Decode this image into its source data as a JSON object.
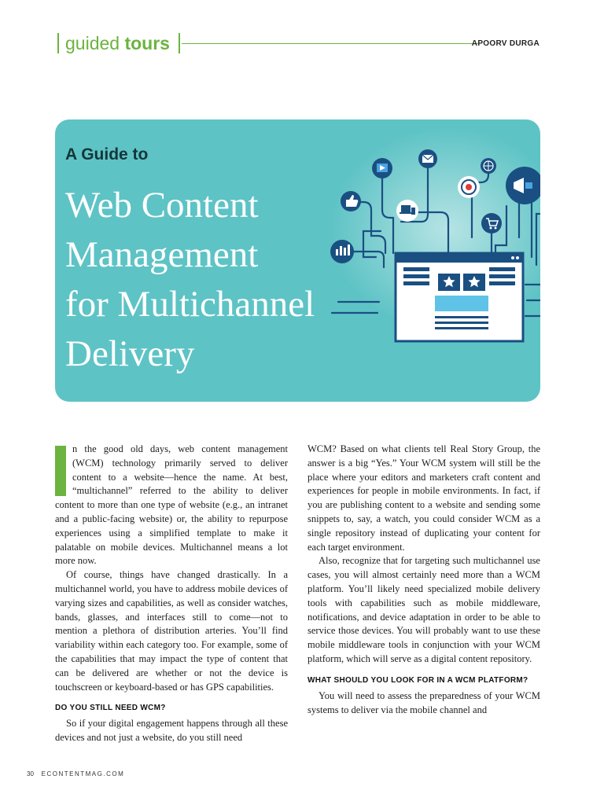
{
  "header": {
    "section_light": "guided",
    "section_bold": "tours",
    "author": "APOORV DURGA"
  },
  "hero": {
    "kicker": "A Guide to",
    "title_lines": [
      "Web Content",
      "Management",
      "for Multichannel",
      "Delivery"
    ],
    "colors": {
      "background": "#5ec3c5",
      "title": "#ffffff",
      "kicker": "#14363a",
      "icon_circles": "#1a4f82",
      "accent_green": "#6cb33f"
    },
    "illustration_icons": [
      "video-icon",
      "email-icon",
      "globe-icon",
      "target-icon",
      "megaphone-icon",
      "thumbs-up-icon",
      "devices-icon",
      "shopping-cart-icon",
      "bar-chart-icon",
      "browser-window-icon"
    ]
  },
  "left_column": {
    "intro_dropcap": "I",
    "p1": "n the good old days, web content management (WCM) technology primarily served to deliver content to a website—hence the name. At best, “multichannel” referred to the ability to deliver content to more than one type of website (e.g., an intranet and a public-facing website) or, the ability to repurpose experiences using a simplified template to make it palatable on mobile devices. Multichannel means a lot more now.",
    "p2": "Of course, things have changed drastically. In a multichannel world, you have to address mobile devices of varying sizes and capabilities, as well as consider watches, bands, glasses, and interfaces still to come—not to mention a plethora of distribution arteries. You’ll find variability within each category too. For example, some of the capabilities that may impact the type of content that can be delivered are whether or not the device is touchscreen or keyboard-based or has GPS capabilities.",
    "heading1": "DO YOU STILL NEED WCM?",
    "p3": "So if your digital engagement happens through all these devices and not just a website, do you still need"
  },
  "right_column": {
    "p1": "WCM? Based on what clients tell Real Story Group, the answer is a big “Yes.” Your WCM system will still be the place where your editors and marketers craft content and experiences for people in mobile environments. In fact, if you are publishing content to a website and sending some snippets to, say, a watch, you could consider WCM as a single repository instead of duplicating your content for each target environment.",
    "p2": "Also, recognize that for targeting such multichannel use cases, you will almost certainly need more than a WCM platform. You’ll likely need specialized mobile delivery tools with capabilities such as mobile middleware, notifications, and device adaptation in order to be able to service those devices. You will probably want to use these mobile middleware tools in conjunction with your WCM platform, which will serve as a digital content repository.",
    "heading2": "WHAT SHOULD YOU LOOK FOR IN A WCM PLATFORM?",
    "p3": "You will need to assess the preparedness of your WCM systems to deliver via the mobile channel and"
  },
  "footer": {
    "page_number": "30",
    "site": "ECONTENTMAG.COM"
  }
}
